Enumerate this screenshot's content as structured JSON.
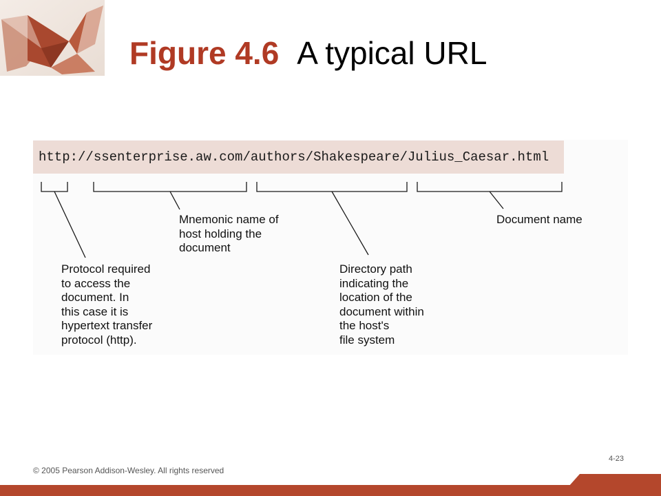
{
  "slide": {
    "title_prefix": "Figure 4.6",
    "title_text": "A typical URL",
    "copyright": "© 2005 Pearson Addison-Wesley. All rights reserved",
    "page_number": "4-23",
    "accent_color": "#b03a24",
    "logo_icon": "origami-crane-icon"
  },
  "diagram": {
    "url": "http://ssenterprise.aw.com/authors/Shakespeare/Julius_Caesar.html",
    "url_bar_color": "#eddcd6",
    "labels": {
      "protocol": [
        "Protocol required",
        "to access the",
        "document. In",
        "this case it is",
        "hypertext transfer",
        "protocol (http)."
      ],
      "host": [
        "Mnemonic name of",
        "host holding the",
        "document"
      ],
      "directory": [
        "Directory path",
        "indicating the",
        "location of the",
        "document within",
        "the host's",
        "file system"
      ],
      "document": [
        "Document name"
      ]
    }
  }
}
